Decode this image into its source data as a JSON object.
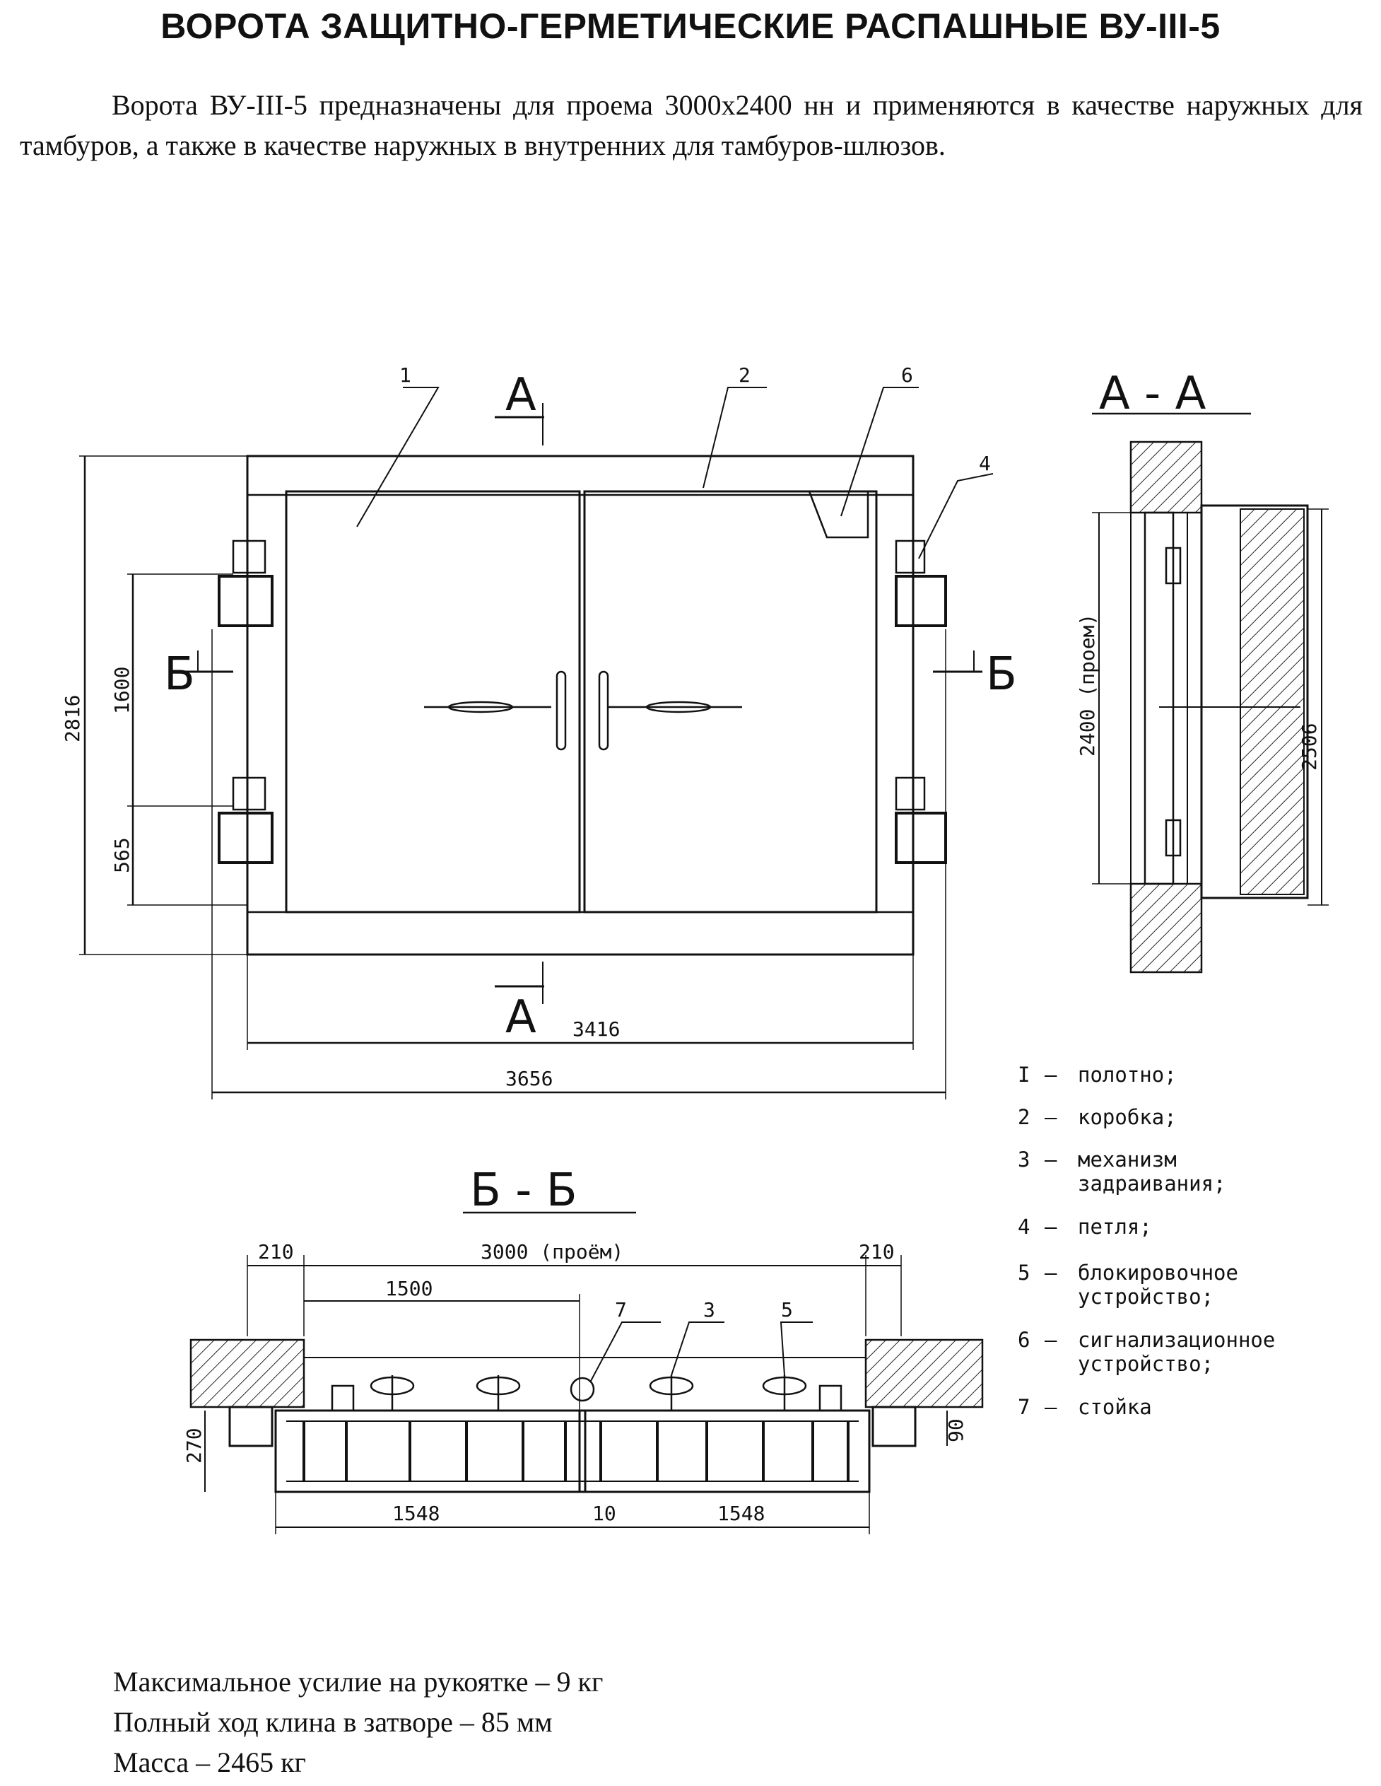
{
  "header": {
    "title": "ВОРОТА ЗАЩИТНО-ГЕРМЕТИЧЕСКИЕ РАСПАШНЫЕ   ВУ-III-5"
  },
  "intro": "Ворота ВУ-III-5 предназначены для проема 3000х2400 нн и применяются в качестве наружных для тамбуров, а также в качестве наружных в внутренних для тамбуров-шлюзов.",
  "front_view": {
    "section_mark": "А",
    "section_mark_b": "Б",
    "callouts": [
      "1",
      "2",
      "6",
      "4"
    ],
    "dims": {
      "total_height": "2816",
      "hinge_spacing": "1600",
      "hinge_bottom": "565",
      "inner_width": "3416",
      "outer_width": "3656"
    }
  },
  "section_aa": {
    "label": "А - А",
    "opening_height": "2400 (проем)",
    "total_height": "2506"
  },
  "section_bb": {
    "label": "Б - Б",
    "left_edge": "210",
    "opening": "3000 (проём)",
    "right_edge": "210",
    "half": "1500",
    "leaf_left": "1548",
    "gap": "10",
    "leaf_right": "1548",
    "depth": "270",
    "side_depth": "90",
    "callouts": [
      "7",
      "3",
      "5"
    ]
  },
  "legend": [
    {
      "num": "I",
      "text": "полотно;"
    },
    {
      "num": "2",
      "text": "коробка;"
    },
    {
      "num": "3",
      "text": "механизм",
      "text2": "задраивания;"
    },
    {
      "num": "4",
      "text": "петля;"
    },
    {
      "num": "5",
      "text": "блокировочное",
      "text2": "устройство;"
    },
    {
      "num": "6",
      "text": "сигнализационное",
      "text2": "устройство;"
    },
    {
      "num": "7",
      "text": "стойка"
    }
  ],
  "specs": [
    "Максимальное усилие на рукоятке – 9 кг",
    "Полный ход клина в затворе – 85 мм",
    "Масса – 2465 кг"
  ]
}
